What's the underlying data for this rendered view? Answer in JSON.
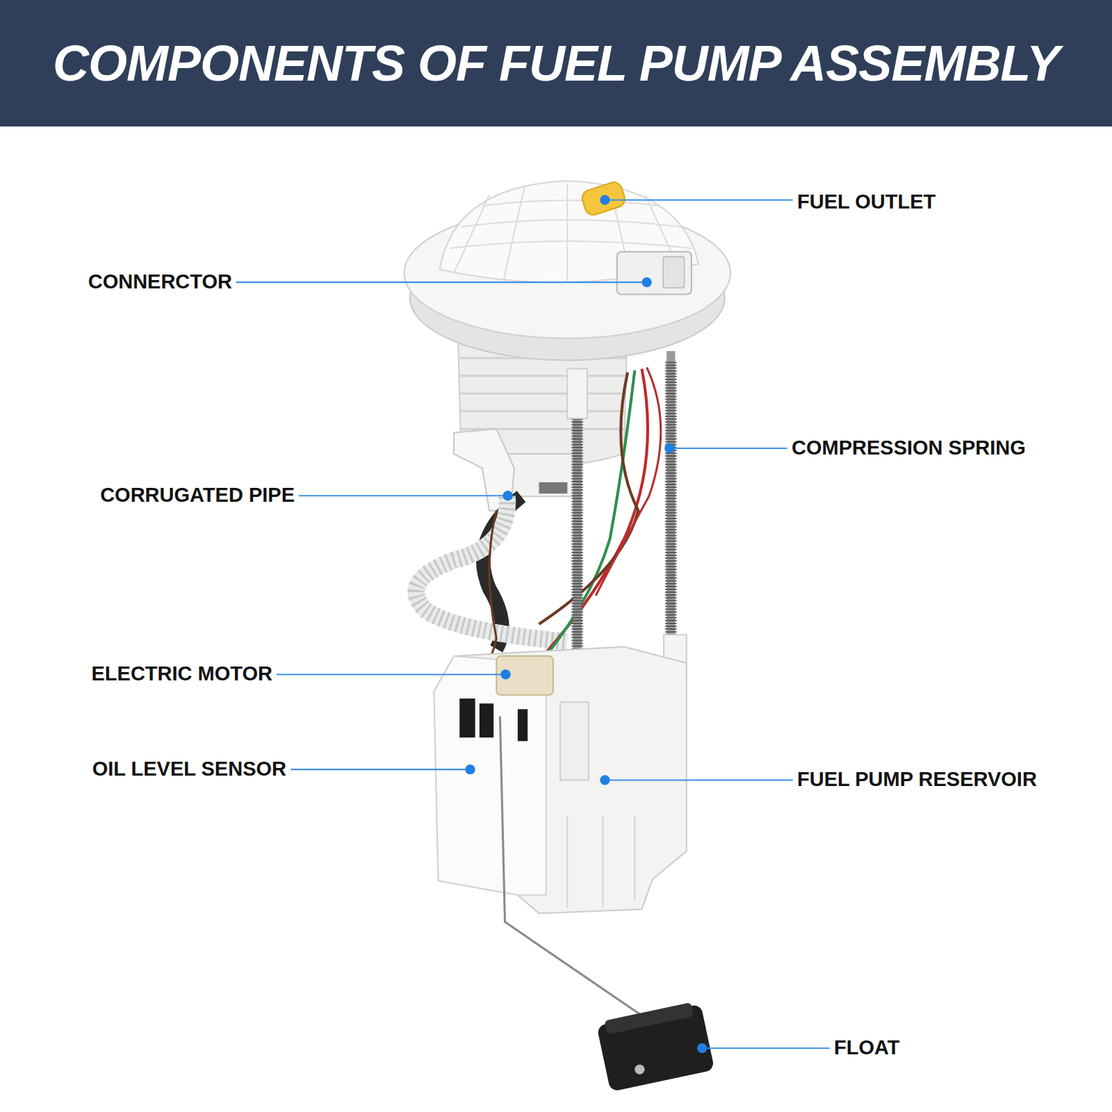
{
  "diagram": {
    "title": "COMPONENTS OF FUEL PUMP ASSEMBLY",
    "labels": [
      "FUEL OUTLET",
      "CONNERCTOR",
      "COMPRESSION SPRING",
      "CORRUGATED PIPE",
      "ELECTRIC MOTOR",
      "OIL LEVEL SENSOR",
      "FUEL PUMP RESERVOIR",
      "FLOAT"
    ]
  }
}
